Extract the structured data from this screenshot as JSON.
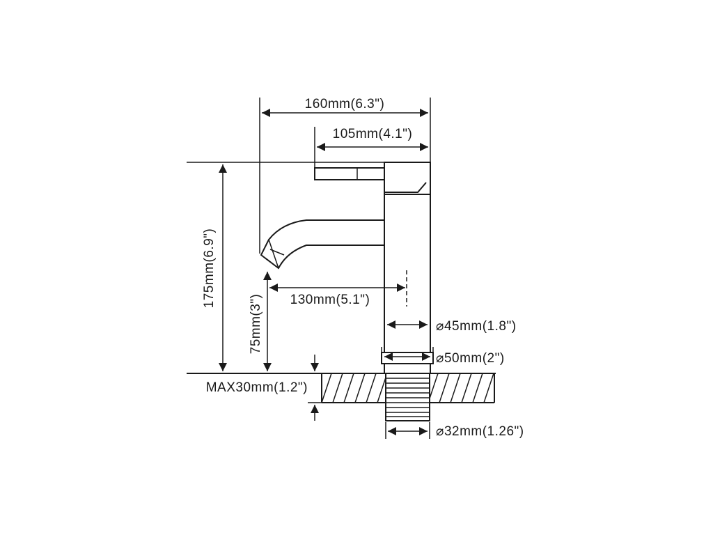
{
  "dimensions": {
    "total_length": "160mm(6.3\")",
    "handle_to_spout": "105mm(4.1\")",
    "height": "175mm(6.9\")",
    "spout_height": "75mm(3\")",
    "spout_reach": "130mm(5.1\")",
    "body_diameter": "⌀45mm(1.8\")",
    "base_diameter": "⌀50mm(2\")",
    "max_deck_thickness": "MAX30mm(1.2\")",
    "shank_diameter": "⌀32mm(1.26\")"
  }
}
